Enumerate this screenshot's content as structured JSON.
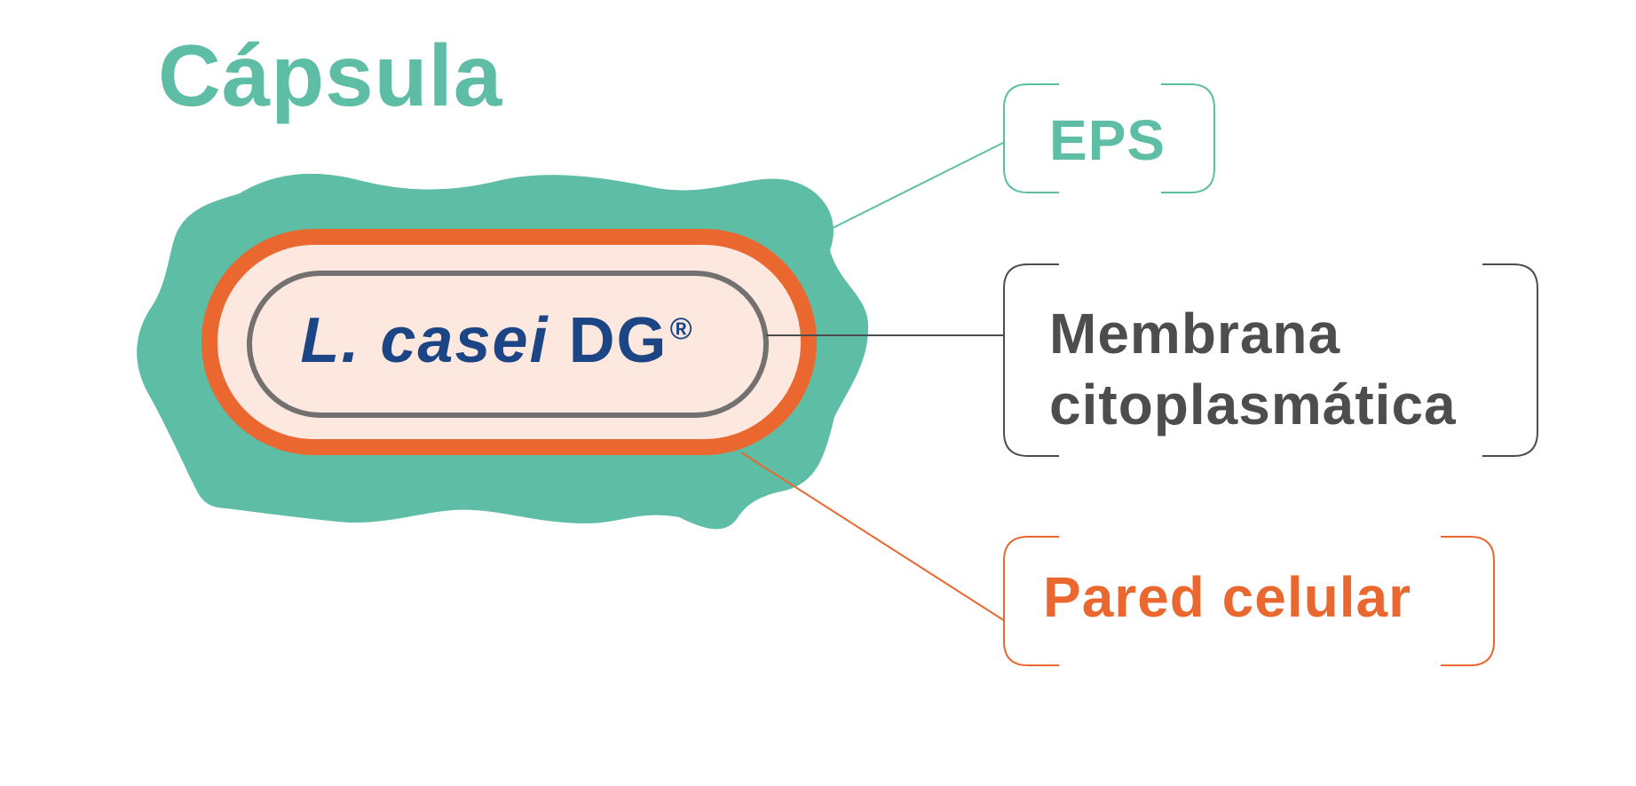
{
  "colors": {
    "capsule": "#5ebda5",
    "cell_wall": "#ea6830",
    "cell_fill": "#fce8de",
    "membrane": "#737070",
    "membrane_text": "#4d4d4d",
    "bacterium_text": "#1c4585",
    "background": "#ffffff"
  },
  "title": "Cápsula",
  "bacterium": {
    "species": "L. casei",
    "strain": "DG",
    "mark": "®"
  },
  "callouts": {
    "eps": {
      "label": "EPS"
    },
    "membrane": {
      "line1": "Membrana",
      "line2": "citoplasmática"
    },
    "cell_wall": {
      "label": "Pared celular"
    }
  }
}
